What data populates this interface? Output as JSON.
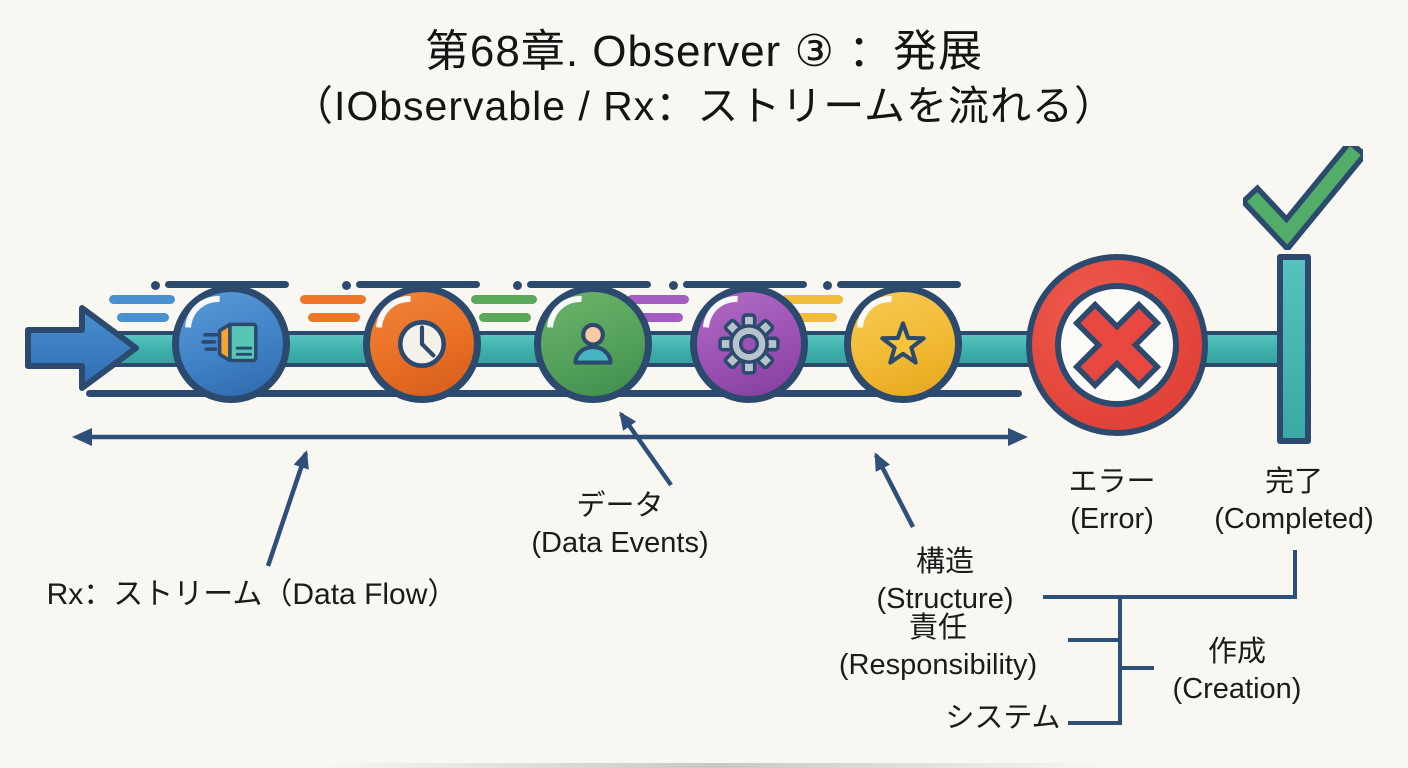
{
  "title": {
    "line1": "第68章. Observer ③ ：発展",
    "line2": "（IObservable / Rx：ストリームを流れる）"
  },
  "stream": {
    "direction": "left-to-right",
    "events": [
      {
        "id": "package",
        "icon": "package-icon",
        "color": "#3f82c6"
      },
      {
        "id": "time",
        "icon": "clock-icon",
        "color": "#e96f24"
      },
      {
        "id": "user",
        "icon": "person-icon",
        "color": "#55a25b"
      },
      {
        "id": "process",
        "icon": "gear-icon",
        "color": "#9c51b4"
      },
      {
        "id": "favorite",
        "icon": "star-icon",
        "color": "#f2ba33"
      }
    ],
    "terminators": [
      {
        "id": "error",
        "icon": "error-cross-icon",
        "color": "#e24338"
      },
      {
        "id": "completed",
        "icon": "check-icon",
        "color": "#41b3ae"
      }
    ],
    "start_icon": "flow-start-arrow"
  },
  "labels": {
    "flow": "Rx：ストリーム（Data Flow）",
    "data_jp": "データ",
    "data_en": "(Data Events)",
    "structure_jp": "構造",
    "structure_en": "(Structure)",
    "responsibility_jp": "責任",
    "responsibility_en": "(Responsibility)",
    "system_jp": "システム",
    "creation_jp": "作成",
    "creation_en": "(Creation)",
    "error_jp": "エラー",
    "error_en": "(Error)",
    "completed_jp": "完了",
    "completed_en": "(Completed)"
  },
  "palette": {
    "background": "#f8f7f2",
    "navy_outline": "#2c4a6e",
    "stream_teal": "#41b3ae",
    "error_red": "#e24338",
    "check_green": "#52ad68",
    "text": "#1b1b1b"
  }
}
